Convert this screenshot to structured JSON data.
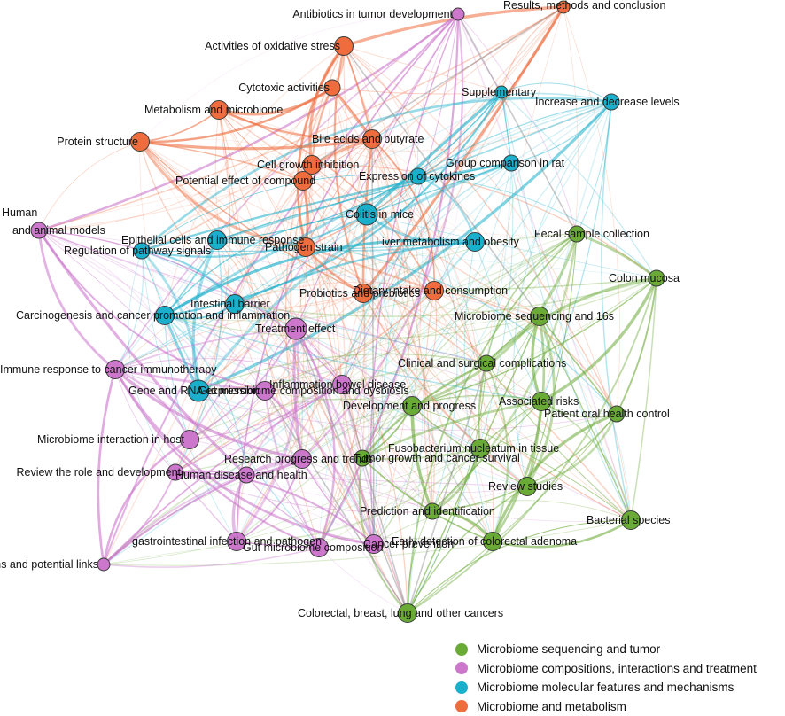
{
  "groups": {
    "green": {
      "label": "Microbiome sequencing and tumor",
      "color": "#6aaa37"
    },
    "pink": {
      "label": "Microbiome compositions, interactions and treatment",
      "color": "#cc77cc"
    },
    "blue": {
      "label": "Microbiome molecular features and mechanisms",
      "color": "#1ab0cc"
    },
    "orange": {
      "label": "Microbiome and metabolism",
      "color": "#ee6c3d"
    }
  },
  "legend_order": [
    "green",
    "pink",
    "blue",
    "orange"
  ],
  "nodes": [
    {
      "id": "results",
      "label": "Results, methods and conclusion",
      "group": "orange",
      "size": 3
    },
    {
      "id": "antibiotics",
      "label": "Antibiotics in tumor development",
      "group": "pink",
      "size": 3
    },
    {
      "id": "oxidative",
      "label": "Activities of oxidative stress",
      "group": "orange",
      "size": 5
    },
    {
      "id": "cytotoxic",
      "label": "Cytotoxic activities",
      "group": "orange",
      "size": 4
    },
    {
      "id": "supplementary",
      "label": "Supplementary",
      "group": "blue",
      "size": 3
    },
    {
      "id": "metabolism",
      "label": "Metabolism and microbiome",
      "group": "orange",
      "size": 5
    },
    {
      "id": "increase",
      "label": "Increase and decrease levels",
      "group": "blue",
      "size": 4
    },
    {
      "id": "protein",
      "label": "Protein structure",
      "group": "orange",
      "size": 5
    },
    {
      "id": "bile",
      "label": "Bile acids and butyrate",
      "group": "orange",
      "size": 5
    },
    {
      "id": "cellgrowth",
      "label": "Cell growth inhibition",
      "group": "orange",
      "size": 5
    },
    {
      "id": "groupcomp",
      "label": "Group comparison in rat",
      "group": "blue",
      "size": 4
    },
    {
      "id": "compound",
      "label": "Potential effect of compound",
      "group": "orange",
      "size": 5
    },
    {
      "id": "cytokines",
      "label": "Expression of cytokines",
      "group": "blue",
      "size": 4
    },
    {
      "id": "human",
      "label": "Human",
      "group": "pink",
      "size": 4
    },
    {
      "id": "animal",
      "label": "and animal models",
      "group": "pink",
      "size": 0
    },
    {
      "id": "colitis",
      "label": "Colitis in mice",
      "group": "blue",
      "size": 6
    },
    {
      "id": "epithelial",
      "label": "Epithelial cells and immune response",
      "group": "blue",
      "size": 5
    },
    {
      "id": "regulation",
      "label": "Regulation of pathway signals",
      "group": "blue",
      "size": 4
    },
    {
      "id": "pathogen",
      "label": "Pathogen strain",
      "group": "orange",
      "size": 5
    },
    {
      "id": "liver",
      "label": "Liver metabolism and obesity",
      "group": "blue",
      "size": 5
    },
    {
      "id": "fecal",
      "label": "Fecal sample collection",
      "group": "green",
      "size": 4
    },
    {
      "id": "colon",
      "label": "Colon mucosa",
      "group": "green",
      "size": 4
    },
    {
      "id": "dietary",
      "label": "Dietary intake and consumption",
      "group": "orange",
      "size": 5
    },
    {
      "id": "probiotics",
      "label": "Probiotics and prebiotics",
      "group": "orange",
      "size": 5
    },
    {
      "id": "barrier",
      "label": "Intestinal barrier",
      "group": "blue",
      "size": 5
    },
    {
      "id": "carcinogenesis",
      "label": "Carcinogenesis and cancer promotion and inflammation",
      "group": "blue",
      "size": 5
    },
    {
      "id": "sequencing",
      "label": "Microbiome sequencing and 16s",
      "group": "green",
      "size": 5
    },
    {
      "id": "treatment",
      "label": "Treatment effect",
      "group": "pink",
      "size": 6
    },
    {
      "id": "clinical",
      "label": "Clinical and surgical complications",
      "group": "green",
      "size": 4
    },
    {
      "id": "immune",
      "label": "Immune response to cancer immunotherapy",
      "group": "pink",
      "size": 5
    },
    {
      "id": "ibd",
      "label": "Inflammation bowel disease",
      "group": "pink",
      "size": 5
    },
    {
      "id": "gene",
      "label": "Gene and RNA expression",
      "group": "blue",
      "size": 6
    },
    {
      "id": "gutdys",
      "label": "Gut microbiome composition and dysbiosis",
      "group": "pink",
      "size": 5
    },
    {
      "id": "development",
      "label": "Development and progress",
      "group": "green",
      "size": 5
    },
    {
      "id": "risks",
      "label": "Associated risks",
      "group": "green",
      "size": 5
    },
    {
      "id": "oral",
      "label": "Patient oral health control",
      "group": "green",
      "size": 4
    },
    {
      "id": "interaction",
      "label": "Microbiome interaction in host",
      "group": "pink",
      "size": 5
    },
    {
      "id": "fuso",
      "label": "Fusobacterium nucleatum in tissue",
      "group": "green",
      "size": 5
    },
    {
      "id": "research",
      "label": "Research progress and trends",
      "group": "pink",
      "size": 5
    },
    {
      "id": "survival",
      "label": "Tumor growth and cancer survival",
      "group": "green",
      "size": 4
    },
    {
      "id": "review_role",
      "label": "Review the role and development",
      "group": "pink",
      "size": 4
    },
    {
      "id": "health",
      "label": "Human disease and health",
      "group": "pink",
      "size": 4
    },
    {
      "id": "reviewstudies",
      "label": "Review studies",
      "group": "green",
      "size": 5
    },
    {
      "id": "prediction",
      "label": "Prediction and identification",
      "group": "green",
      "size": 4
    },
    {
      "id": "bacterial",
      "label": "Bacterial species",
      "group": "green",
      "size": 5
    },
    {
      "id": "gastro",
      "label": "gastrointestinal infection and pathogen",
      "group": "pink",
      "size": 5
    },
    {
      "id": "gutcomp",
      "label": "Gut microbiome composition",
      "group": "pink",
      "size": 5
    },
    {
      "id": "prevention",
      "label": "Cancer prevention",
      "group": "pink",
      "size": 5
    },
    {
      "id": "early",
      "label": "Early detection of colorectal adenoma",
      "group": "green",
      "size": 5
    },
    {
      "id": "mechanisms",
      "label": "Mechanisms and potential links",
      "group": "pink",
      "size": 3
    },
    {
      "id": "cancers",
      "label": "Colorectal, breast, lung and other cancers",
      "group": "green",
      "size": 5
    }
  ]
}
